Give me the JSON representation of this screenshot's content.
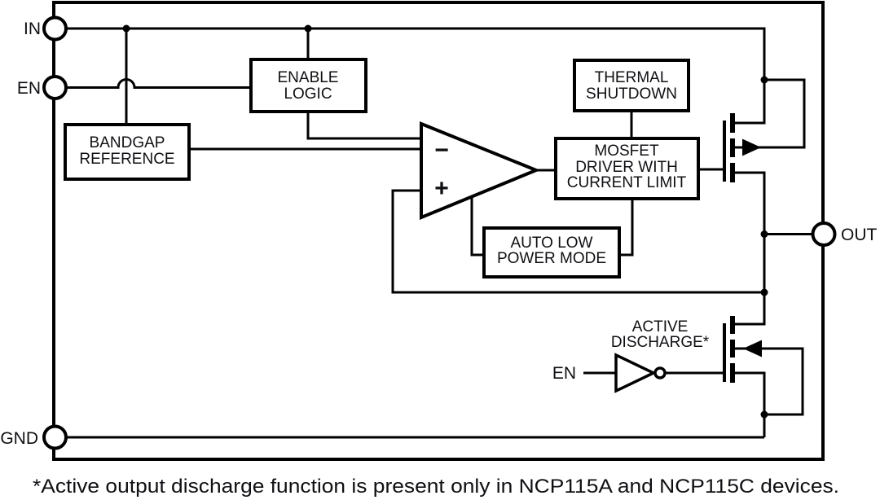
{
  "colors": {
    "wire": "#000000",
    "text": "#101014",
    "background": "#ffffff"
  },
  "pins": {
    "in": "IN",
    "en": "EN",
    "gnd": "GND",
    "out": "OUT"
  },
  "blocks": {
    "enable_logic": {
      "lines": [
        "ENABLE",
        "LOGIC"
      ]
    },
    "bandgap_reference": {
      "lines": [
        "BANDGAP",
        "REFERENCE"
      ]
    },
    "thermal_shutdown": {
      "lines": [
        "THERMAL",
        "SHUTDOWN"
      ]
    },
    "mosfet_driver": {
      "lines": [
        "MOSFET",
        "DRIVER WITH",
        "CURRENT LIMIT"
      ]
    },
    "auto_low_power_mode": {
      "lines": [
        "AUTO LOW",
        "POWER MODE"
      ]
    }
  },
  "opamp": {
    "minus": "−",
    "plus": "+"
  },
  "active_discharge": {
    "lines": [
      "ACTIVE",
      "DISCHARGE*"
    ],
    "inverter_input": "EN"
  },
  "footnote": "*Active output discharge function is present only in NCP115A and NCP115C devices."
}
